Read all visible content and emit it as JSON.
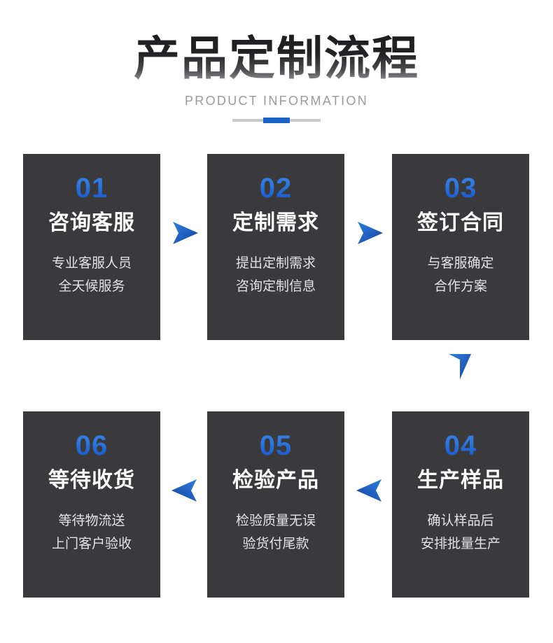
{
  "header": {
    "title": "产品定制流程",
    "subtitle": "PRODUCT INFORMATION",
    "accent_color": "#1a62c4",
    "divider_color": "#c9c9cc"
  },
  "theme": {
    "card_background": "#3a3a3c",
    "card_title_color": "#ffffff",
    "card_number_color": "#2a74dd",
    "arrow_color": "#1f63cc",
    "page_background": "#ffffff"
  },
  "flow": {
    "steps": [
      {
        "number": "01",
        "title": "咨询客服",
        "desc_line1": "专业客服人员",
        "desc_line2": "全天候服务"
      },
      {
        "number": "02",
        "title": "定制需求",
        "desc_line1": "提出定制需求",
        "desc_line2": "咨询定制信息"
      },
      {
        "number": "03",
        "title": "签订合同",
        "desc_line1": "与客服确定",
        "desc_line2": "合作方案"
      },
      {
        "number": "04",
        "title": "生产样品",
        "desc_line1": "确认样品后",
        "desc_line2": "安排批量生产"
      },
      {
        "number": "05",
        "title": "检验产品",
        "desc_line1": "检验质量无误",
        "desc_line2": "验货付尾款"
      },
      {
        "number": "06",
        "title": "等待收货",
        "desc_line1": "等待物流送",
        "desc_line2": "上门客户验收"
      }
    ],
    "connectors": [
      {
        "name": "arrow-right-step1-to-step2",
        "direction": "right"
      },
      {
        "name": "arrow-right-step2-to-step3",
        "direction": "right"
      },
      {
        "name": "arrow-down-step3-to-step4",
        "direction": "down"
      },
      {
        "name": "arrow-left-step4-to-step5",
        "direction": "left"
      },
      {
        "name": "arrow-left-step5-to-step6",
        "direction": "left"
      }
    ]
  }
}
